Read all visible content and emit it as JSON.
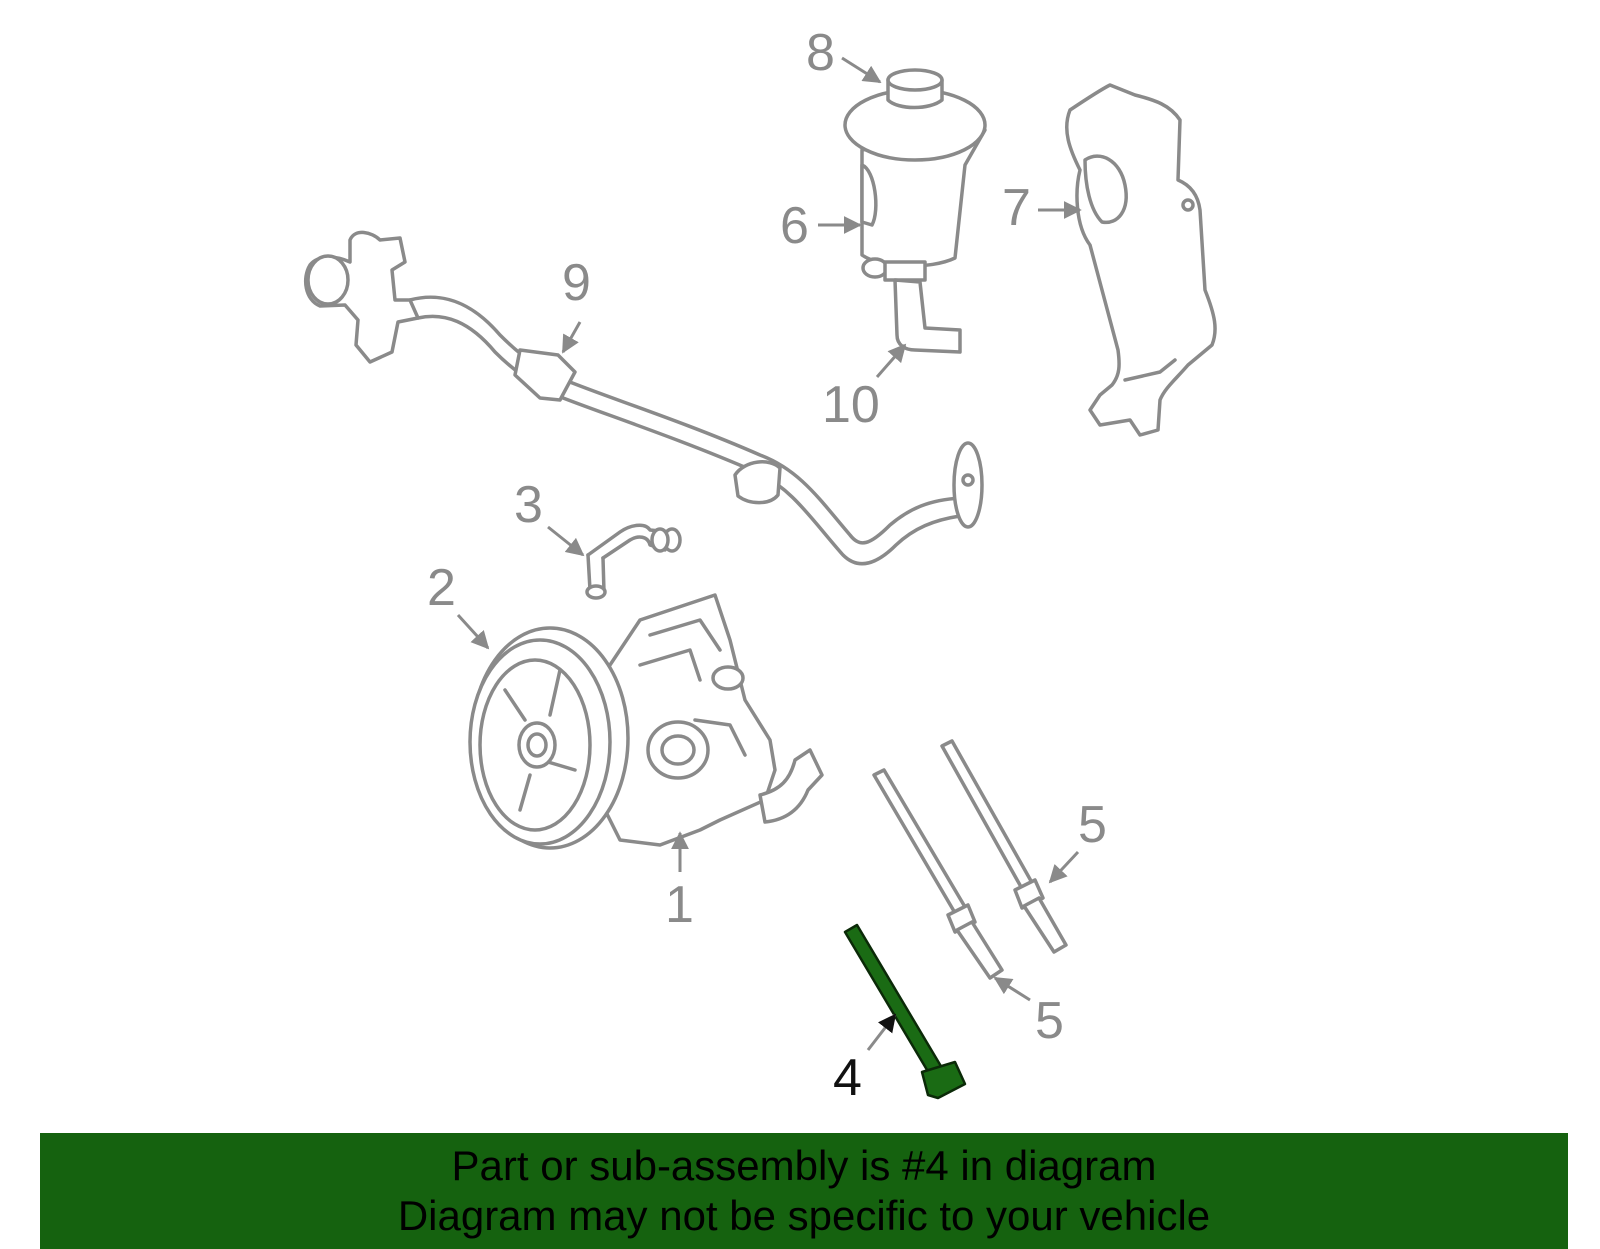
{
  "callouts": {
    "c1": "1",
    "c2": "2",
    "c3": "3",
    "c4": "4",
    "c5a": "5",
    "c5b": "5",
    "c6": "6",
    "c7": "7",
    "c8": "8",
    "c9": "9",
    "c10": "10"
  },
  "highlighted_part": "4",
  "colors": {
    "line_art": "#8a8a8a",
    "highlight": "#1a6b14",
    "banner": "#15620f"
  },
  "banner": {
    "line1": "Part or sub-assembly is #4 in diagram",
    "line2": "Diagram may not be specific to your vehicle"
  }
}
